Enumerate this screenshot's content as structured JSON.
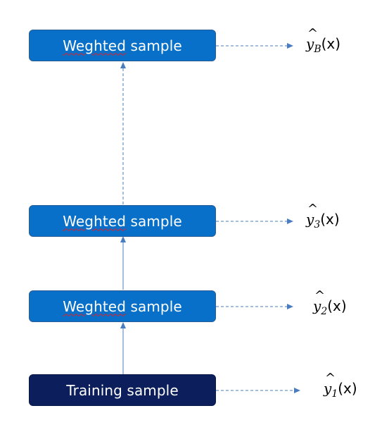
{
  "nodes": [
    {
      "id": "b",
      "prefix": "Weghted",
      "suffix": " sample",
      "kind": "weighted",
      "output": {
        "symbol": "y",
        "subscript": "B",
        "arg": "(x)"
      }
    },
    {
      "id": "3",
      "prefix": "Weghted",
      "suffix": " sample",
      "kind": "weighted",
      "output": {
        "symbol": "y",
        "subscript": "3",
        "arg": "(x)"
      }
    },
    {
      "id": "2",
      "prefix": "Weghted",
      "suffix": " sample",
      "kind": "weighted",
      "output": {
        "symbol": "y",
        "subscript": "2",
        "arg": "(x)"
      }
    },
    {
      "id": "1",
      "prefix": "Training",
      "suffix": " sample",
      "kind": "training",
      "output": {
        "symbol": "y",
        "subscript": "1",
        "arg": "(x)"
      }
    }
  ],
  "colors": {
    "weighted_fill": "#0870c8",
    "training_fill": "#0c1f5c",
    "arrow": "#4a7cc0",
    "spellcheck_underline": "#e0202a"
  }
}
